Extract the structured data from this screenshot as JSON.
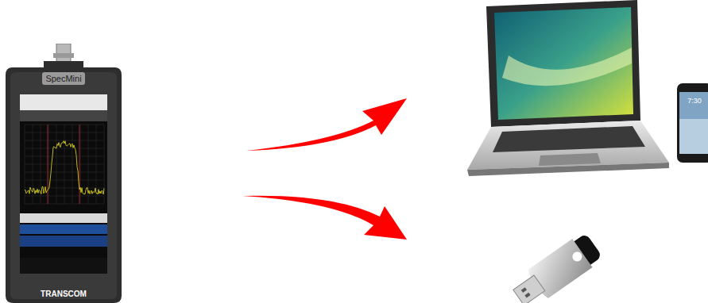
{
  "diagram": {
    "nodes": [
      {
        "text": [
          "SpecMini",
          "TRANSCOM"
        ]
      }
    ],
    "labels": [
      "7:30"
    ]
  }
}
